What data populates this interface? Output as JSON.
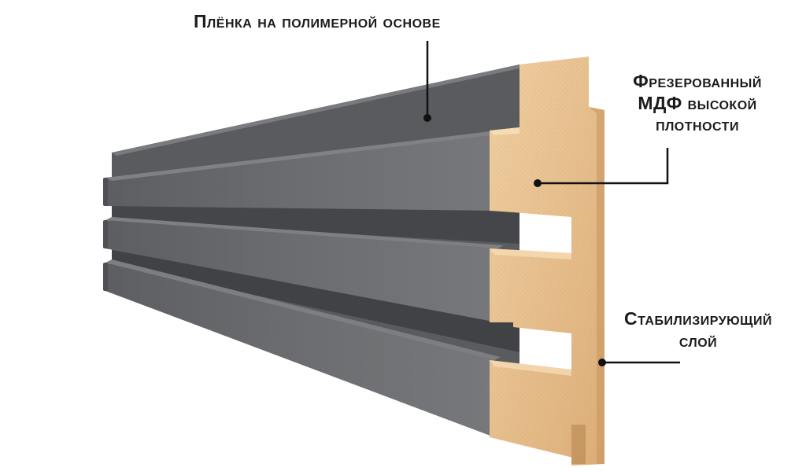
{
  "labels": {
    "film": "Плёнка на полимерной основе",
    "mdf": [
      "Фрезерованный",
      "МДФ высокой",
      "плотности"
    ],
    "stabilizing": [
      "Стабилизирующий",
      "слой"
    ]
  },
  "colors": {
    "background": "#ffffff",
    "panel_face": "#6a6b6e",
    "panel_dark": "#4e4f52",
    "panel_shadow": "#3e3f42",
    "mdf_light": "#ecc99a",
    "mdf_mid": "#deb27c",
    "mdf_dark": "#c9985f",
    "callout_line": "#111111"
  }
}
